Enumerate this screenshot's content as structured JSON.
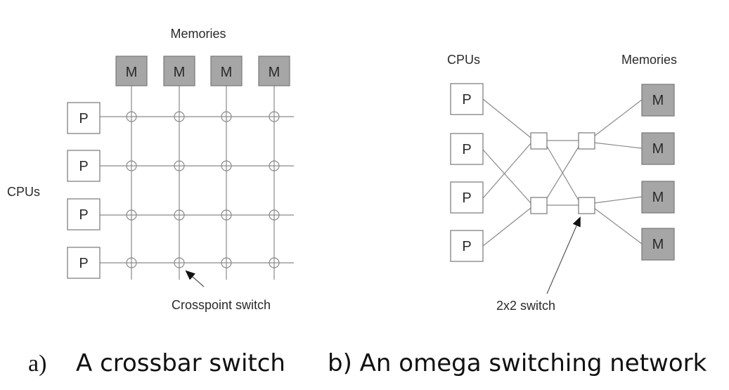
{
  "colors": {
    "cpu_fill": "#ffffff",
    "memory_fill": "#a6a6a6",
    "line": "#8a8a8a",
    "text": "#2a2a2a"
  },
  "crossbar": {
    "memories_label": "Memories",
    "cpus_label": "CPUs",
    "memory_boxes": [
      "M",
      "M",
      "M",
      "M"
    ],
    "cpu_boxes": [
      "P",
      "P",
      "P",
      "P"
    ],
    "crosspoint_label": "Crosspoint switch",
    "caption_letter": "a)",
    "caption": "A crossbar switch"
  },
  "omega": {
    "cpus_label": "CPUs",
    "memories_label": "Memories",
    "cpu_boxes": [
      "P",
      "P",
      "P",
      "P"
    ],
    "memory_boxes": [
      "M",
      "M",
      "M",
      "M"
    ],
    "switch_label": "2x2 switch",
    "caption": "b) An omega switching network"
  }
}
